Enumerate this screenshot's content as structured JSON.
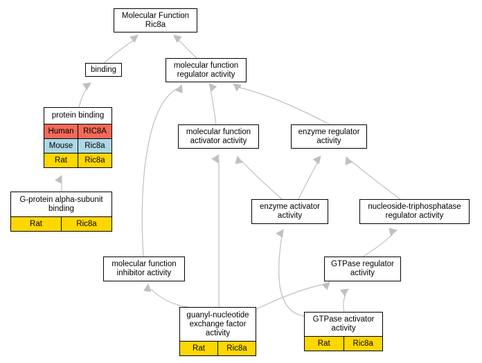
{
  "colors": {
    "Human": "#f46a5a",
    "Mouse": "#add8e6",
    "Rat": "#ffd700",
    "edge": "#c0c0c0"
  },
  "nodes": {
    "mf_root": {
      "label": "Molecular Function\nRic8a"
    },
    "binding": {
      "label": "binding"
    },
    "mf_reg": {
      "label": "molecular function\nregulator activity"
    },
    "prot_bind": {
      "label": "protein binding",
      "rows": [
        {
          "species": "Human",
          "gene": "RIC8A"
        },
        {
          "species": "Mouse",
          "gene": "Ric8a"
        },
        {
          "species": "Rat",
          "gene": "Ric8a"
        }
      ]
    },
    "mf_act": {
      "label": "molecular function\nactivator activity"
    },
    "enz_reg": {
      "label": "enzyme regulator\nactivity"
    },
    "gprot": {
      "label": "G-protein alpha-subunit\nbinding",
      "rows": [
        {
          "species": "Rat",
          "gene": "Ric8a"
        }
      ]
    },
    "enz_act": {
      "label": "enzyme activator\nactivity"
    },
    "ntp_reg": {
      "label": "nucleoside-triphosphatase\nregulator activity"
    },
    "mf_inh": {
      "label": "molecular function\ninhibitor activity"
    },
    "gtp_reg": {
      "label": "GTPase regulator\nactivity"
    },
    "gef": {
      "label": "guanyl-nucleotide\nexchange factor\nactivity",
      "rows": [
        {
          "species": "Rat",
          "gene": "Ric8a"
        }
      ]
    },
    "gtp_act": {
      "label": "GTPase activator\nactivity",
      "rows": [
        {
          "species": "Rat",
          "gene": "Ric8a"
        }
      ]
    }
  }
}
